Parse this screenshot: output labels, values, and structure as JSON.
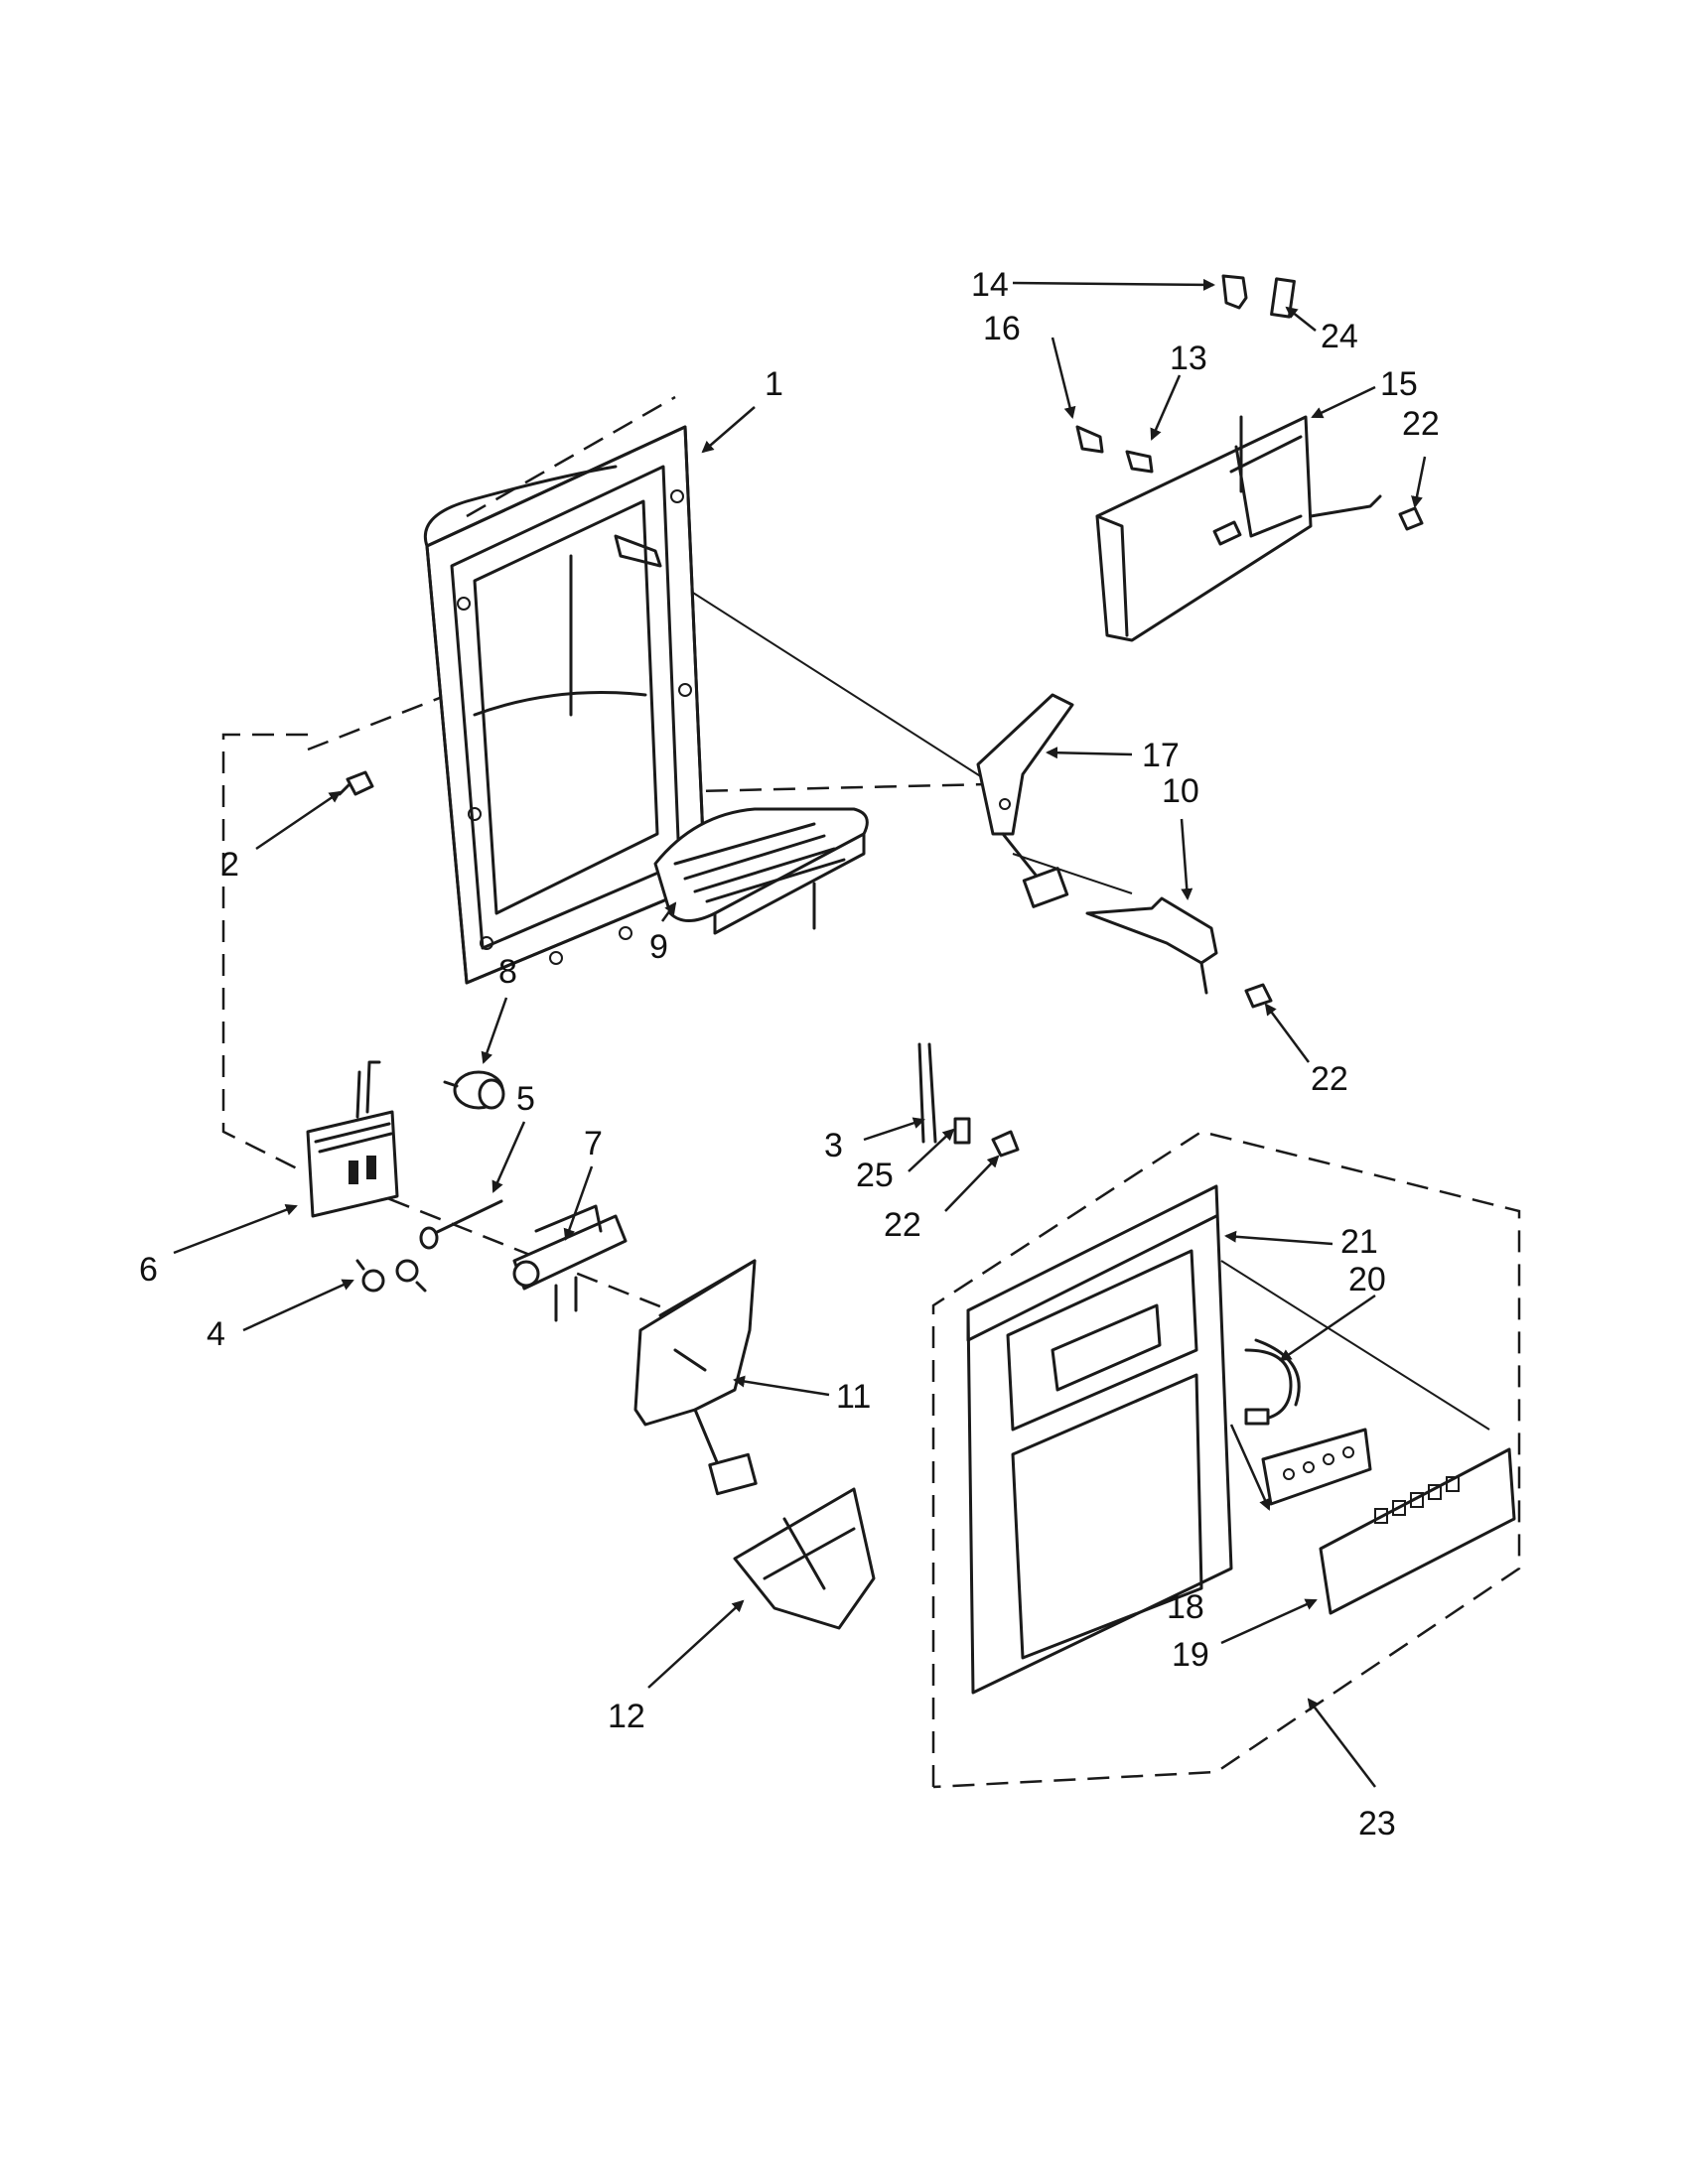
{
  "diagram": {
    "callouts": [
      "1",
      "2",
      "3",
      "4",
      "5",
      "6",
      "7",
      "8",
      "9",
      "10",
      "11",
      "12",
      "13",
      "14",
      "15",
      "16",
      "17",
      "18",
      "19",
      "20",
      "21",
      "22",
      "22",
      "22",
      "23",
      "24",
      "25"
    ]
  }
}
